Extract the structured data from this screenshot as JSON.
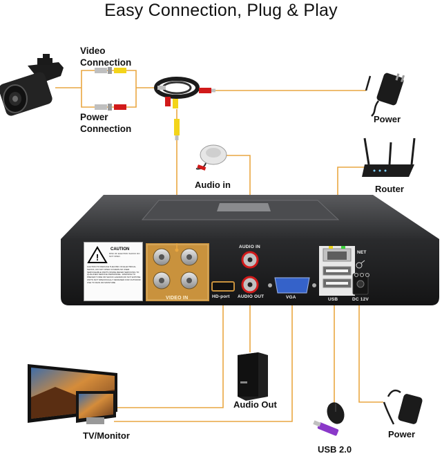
{
  "title": "Easy Connection, Plug & Play",
  "labels": {
    "video_connection": [
      "Video",
      "Connection"
    ],
    "power_connection": [
      "Power",
      "Connection"
    ],
    "power_top": "Power",
    "audio_in": "Audio in",
    "router": "Router",
    "audio_out": "Audio Out",
    "tv_monitor": "TV/Monitor",
    "usb": "USB 2.0",
    "power_bottom": "Power"
  },
  "dvr_ports": {
    "audio_in": "AUDIO IN",
    "audio_out": "AUDIO OUT",
    "hdport": "HD-port",
    "vga": "VGA",
    "usb": "USB",
    "net": "NET",
    "dc": "DC 12V",
    "video_in": "VIDEO IN"
  },
  "warning": {
    "title": "CAUTION",
    "subtitle": "RISK OF ELECTRIC SHOCK DO NOT OPEN",
    "body": "CAUTION:TO REDUCE THE RISK OF ELECTRICAL SHOCK, DO NOT OPEN COVERS.NO USER SERVICEABLE PARTS INSIDE.REFER SERVICING TO QUALIFIED SERVICE PERSONNEL. WARNING:TO PREVENT FIRE OR SHOCK HAZARD,DO NOT EXPOSE UNITS NOT SPECIFICALLY DESIGNED FOR OUTDOOR USE TO RAIN OR MOISTURE"
  },
  "colors": {
    "wire": "#e9a640",
    "device": "#1e1e1f",
    "panel_gold": "#c9923d",
    "plug_red": "#d11a1a",
    "plug_yellow": "#f3d41a"
  },
  "icons": [
    "camera-icon",
    "cable-reel-icon",
    "power-adapter-icon",
    "microphone-icon",
    "router-icon",
    "speaker-icon",
    "monitor-icon",
    "usb-mouse-icon",
    "usb-drive-icon"
  ]
}
